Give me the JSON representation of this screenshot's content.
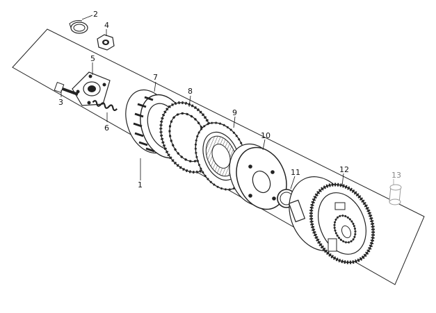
{
  "diagram": {
    "callouts": [
      {
        "id": "2",
        "text": "2"
      },
      {
        "id": "4",
        "text": "4"
      },
      {
        "id": "5",
        "text": "5"
      },
      {
        "id": "3",
        "text": "3"
      },
      {
        "id": "6",
        "text": "6"
      },
      {
        "id": "7",
        "text": "7"
      },
      {
        "id": "8",
        "text": "8"
      },
      {
        "id": "9",
        "text": "9"
      },
      {
        "id": "10",
        "text": "10"
      },
      {
        "id": "11",
        "text": "11"
      },
      {
        "id": "12",
        "text": "12"
      },
      {
        "id": "13",
        "text": "13"
      },
      {
        "id": "1",
        "text": "1"
      }
    ]
  }
}
